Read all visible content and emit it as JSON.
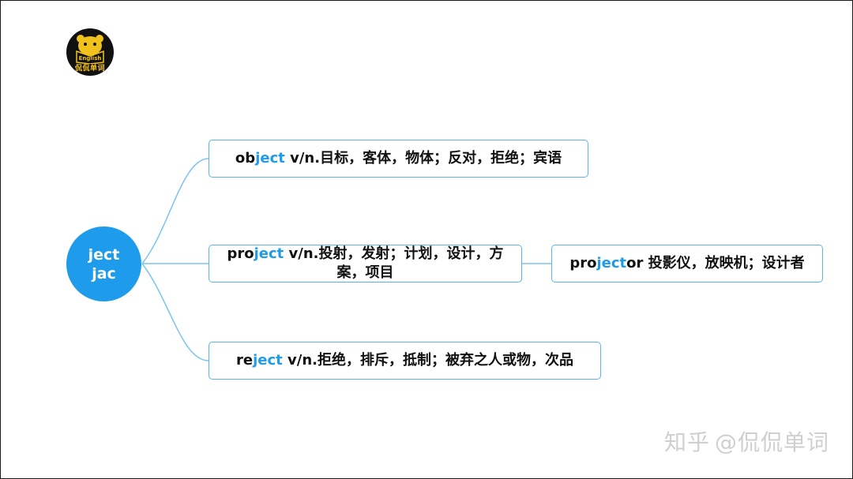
{
  "logo": {
    "icon": "bear-reading-icon",
    "book_text": "English",
    "caption": "侃侃单词"
  },
  "root_node": {
    "line1": "ject",
    "line2": "jac"
  },
  "branches": [
    {
      "prefix": "ob",
      "root": "ject",
      "suffix": "",
      "definition": " v/n.目标，客体，物体；反对，拒绝；宾语"
    },
    {
      "prefix": "pro",
      "root": "ject",
      "suffix": "",
      "definition": " v/n.投射，发射；计划，设计，方案，项目"
    },
    {
      "prefix": "re",
      "root": "ject",
      "suffix": "",
      "definition": " v/n.拒绝，排斥，抵制；被弃之人或物，次品"
    }
  ],
  "sub_branch": {
    "prefix": "pro",
    "root": "ject",
    "suffix": "or",
    "definition": " 投影仪，放映机；设计者"
  },
  "watermark": {
    "site": "知乎",
    "author": "@侃侃单词"
  },
  "colors": {
    "root_fill": "#1e9bea",
    "node_border": "#5bb3e8",
    "highlight": "#1e9bea",
    "connector": "#7cc4ee"
  }
}
